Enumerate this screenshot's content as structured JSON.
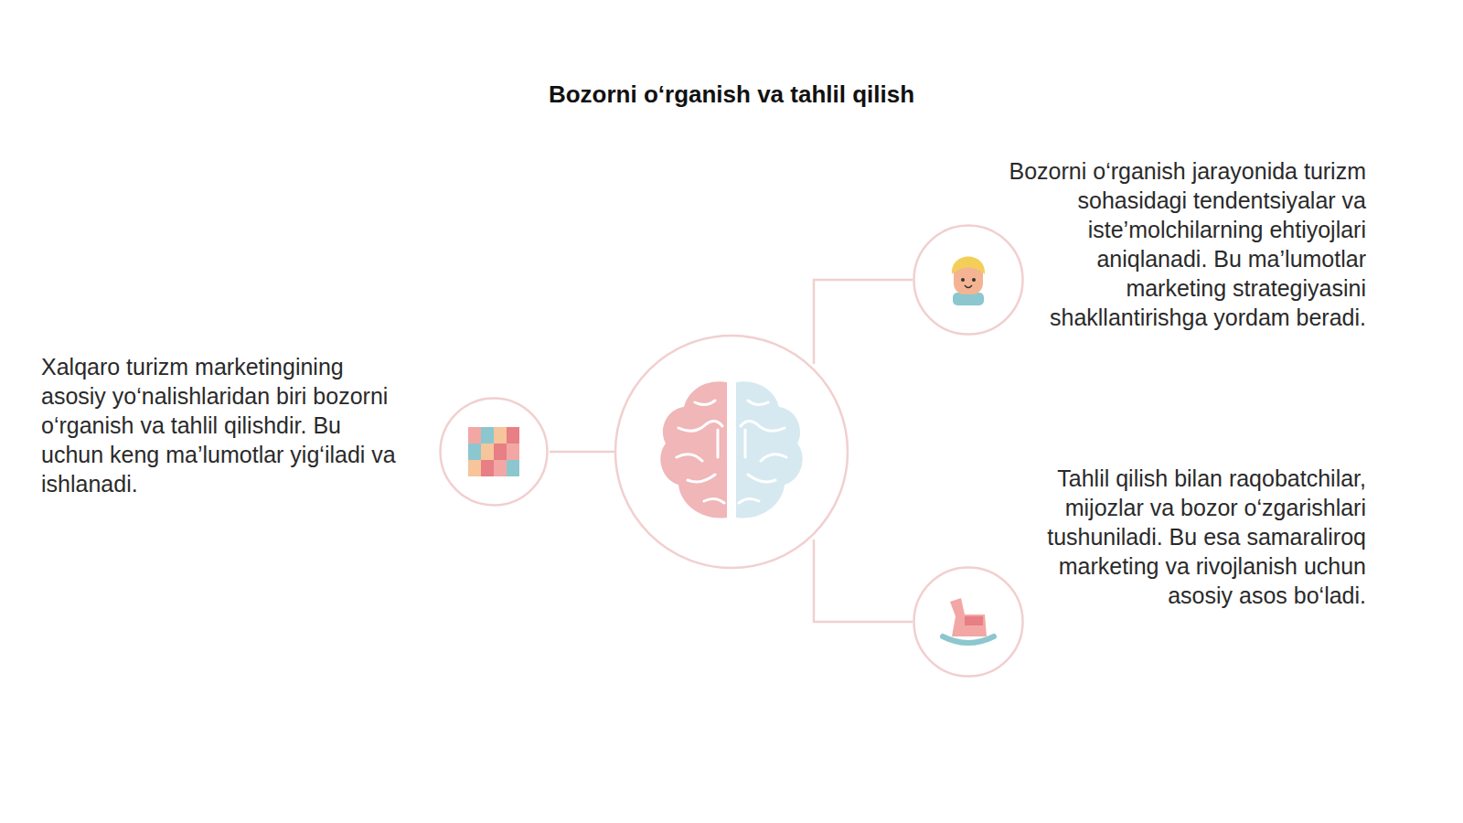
{
  "diagram": {
    "title": "Bozorni o‘rganish va tahlil qilish",
    "nodes": [
      {
        "text": [
          "Xalqaro turizm marketingining asosiy yo‘nalishlaridan biri bozorni o‘rganish va tahlil qilishdir. Bu uchun keng ma’lumotlar yig‘iladi va ishlanadi."
        ]
      },
      {
        "text": [
          "Bozorni o‘rganish jarayonida turizm sohasidagi tendentsiyalar va iste’molchilarning ehtiyojlari aniqlanadi. Bu ma’lumotlar marketing strategiyasini shakllantirishga yordam beradi."
        ]
      },
      {
        "text": [
          "Tahlil qilish bilan raqobatchilar, mijozlar va bozor o‘zgarishlari tushuniladi. Bu esa samaraliroq marketing va rivojlanish uchun asosiy asos bo‘ladi."
        ]
      }
    ]
  }
}
